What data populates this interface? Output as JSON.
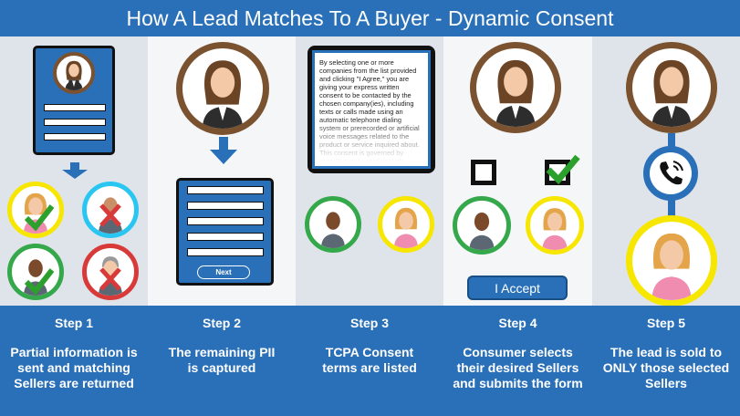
{
  "title": "How A Lead Matches To A Buyer - Dynamic Consent",
  "colors": {
    "blue": "#2a70b8",
    "yellow": "#f7e600",
    "green": "#34a84a",
    "red": "#d83a3a",
    "brown": "#7a5230"
  },
  "steps": [
    {
      "label": "Step 1",
      "description": "Partial information is sent and matching Sellers are returned"
    },
    {
      "label": "Step 2",
      "description": "The remaining PII is captured"
    },
    {
      "label": "Step 3",
      "description": "TCPA Consent terms are listed"
    },
    {
      "label": "Step 4",
      "description": "Consumer selects their desired Sellers and submits the form"
    },
    {
      "label": "Step 5",
      "description": "The lead is sold to ONLY those selected Sellers"
    }
  ],
  "form": {
    "next_label": "Next"
  },
  "consent": {
    "text": "By selecting one or more companies from the list provided and clicking \"I Agree,\" you are giving your express written consent to be contacted by the chosen company(ies), including texts or calls made using an automatic telephone dialing system or prerecorded or artificial voice messages related to the product or service inquired about. This consent is governed by specific terms, which include acknowledgment of potential message and data rates, understanding the types of messages expected"
  },
  "accept_label": "I Accept",
  "icons": [
    "person-avatar-icon",
    "check-icon",
    "x-icon",
    "down-arrow-icon",
    "phone-icon",
    "checkbox-icon"
  ]
}
